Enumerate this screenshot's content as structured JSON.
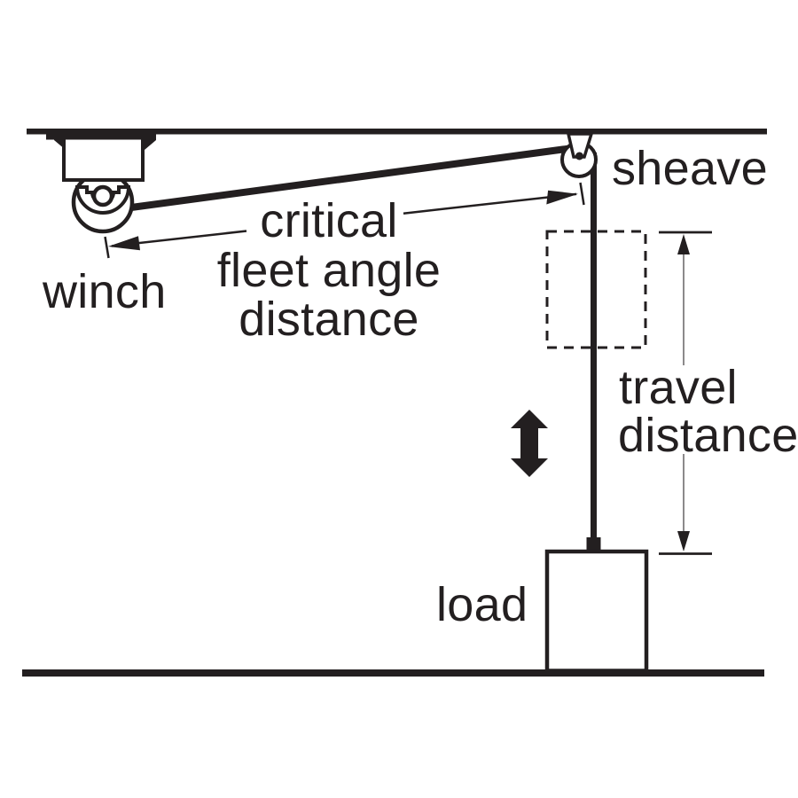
{
  "labels": {
    "winch": "winch",
    "sheave": "sheave",
    "load": "load",
    "fleet_angle": {
      "line1": "critical",
      "line2": "fleet angle",
      "line3": "distance"
    },
    "travel": {
      "line1": "travel",
      "line2": "distance"
    }
  },
  "colors": {
    "ink": "#231f20",
    "background": "#ffffff"
  }
}
